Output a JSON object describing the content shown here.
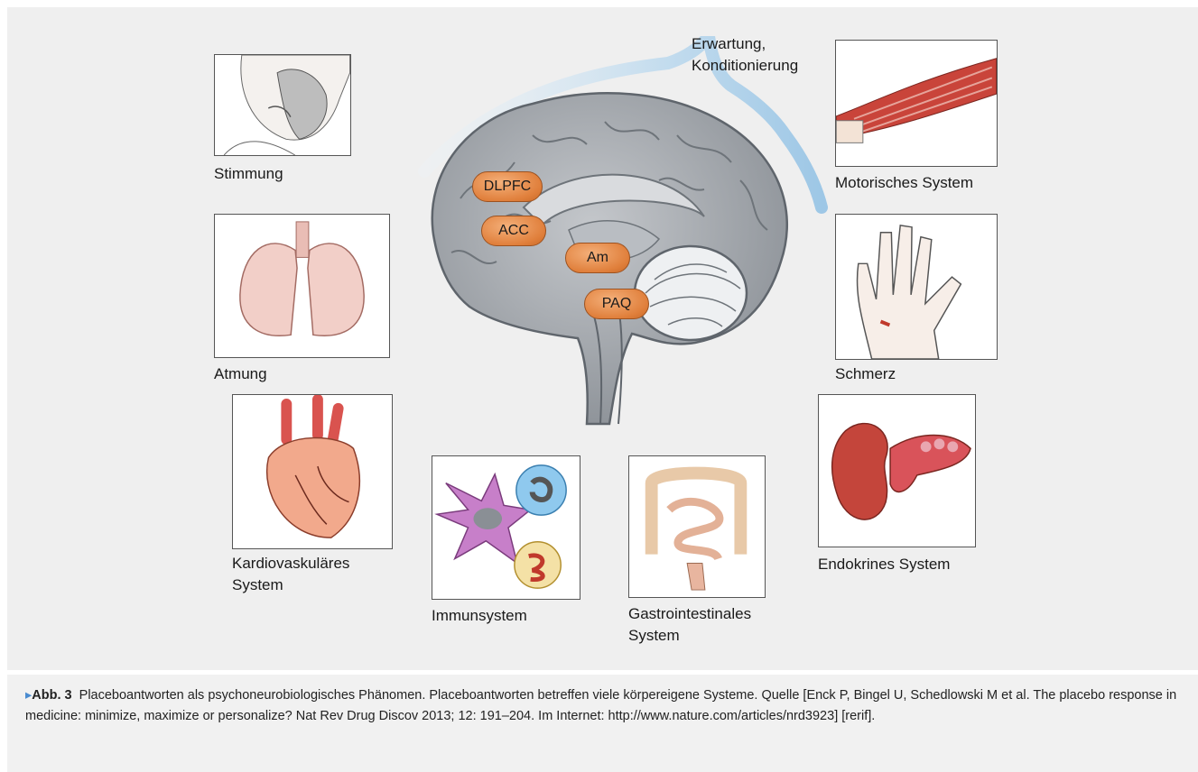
{
  "brain": {
    "annotation_line1": "Erwartung,",
    "annotation_line2": "Konditionierung",
    "regions": [
      "DLPFC",
      "ACC",
      "Am",
      "PAQ"
    ]
  },
  "panels": {
    "stimmung": "Stimmung",
    "motorisch": "Motorisches System",
    "atmung": "Atmung",
    "schmerz": "Schmerz",
    "kardio_line1": "Kardiovaskuläres",
    "kardio_line2": "System",
    "immun": "Immunsystem",
    "gastro_line1": "Gastrointestinales",
    "gastro_line2": "System",
    "endokrin": "Endokrines System"
  },
  "caption": {
    "marker": "▸",
    "abbr": "Abb. 3",
    "text": "Placeboantworten als psychoneurobiologisches Phänomen. Placeboantworten betreffen viele körpereigene Systeme. Quelle [Enck P, Bingel U, Schedlowski M et al. The placebo response in medicine: minimize, maximize or personalize? Nat Rev Drug Discov 2013; 12: 191–204. Im Internet: http://www.nature.com/articles/nrd3923] [rerif]."
  },
  "colors": {
    "region_fill": "#e07f3b",
    "brain_fill": "#a9adb3",
    "arc_blue": "#cfe3f2",
    "panel_bg": "#efefef"
  }
}
